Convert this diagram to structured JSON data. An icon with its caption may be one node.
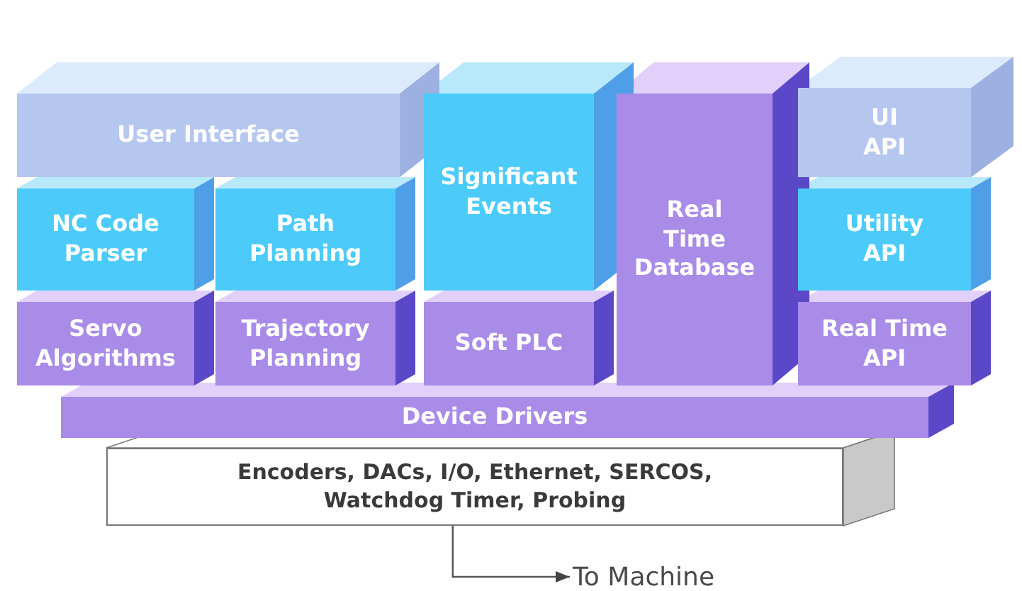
{
  "diagram": {
    "nodes": [
      {
        "text": [
          "User Interface"
        ]
      },
      {
        "text": [
          "NC Code Parser"
        ]
      },
      {
        "text": [
          "Path Planning"
        ]
      },
      {
        "text": [
          "Significant Events"
        ]
      },
      {
        "text": [
          "Real Time Database"
        ]
      },
      {
        "text": [
          "UI API"
        ]
      },
      {
        "text": [
          "Utility API"
        ]
      },
      {
        "text": [
          "Servo Algorithms"
        ]
      },
      {
        "text": [
          "Trajectory Planning"
        ]
      },
      {
        "text": [
          "Soft PLC"
        ]
      },
      {
        "text": [
          "Real Time API"
        ]
      },
      {
        "text": [
          "Device Drivers"
        ]
      },
      {
        "text": [
          "Encoders, DACs, I/O, Ethernet, SERCOS, Watchdog Timer, Probing"
        ]
      },
      {
        "text": [
          "To Machine"
        ]
      }
    ],
    "edges": [
      {
        "from": 12,
        "to": 13,
        "arrow": "to"
      }
    ]
  }
}
